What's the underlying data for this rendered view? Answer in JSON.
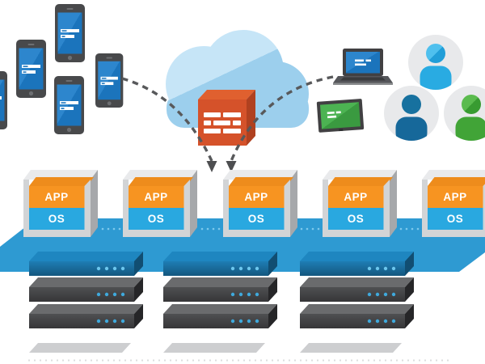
{
  "diagram": {
    "vms": [
      {
        "app": "APP",
        "os": "OS"
      },
      {
        "app": "APP",
        "os": "OS"
      },
      {
        "app": "APP",
        "os": "OS"
      },
      {
        "app": "APP",
        "os": "OS"
      },
      {
        "app": "APP",
        "os": "OS"
      }
    ],
    "clients": {
      "smartphone_count": 5,
      "laptop_count": 1,
      "monitor_count": 1,
      "user_count": 3
    },
    "infrastructure": {
      "vm_count": 5,
      "rack_count": 3,
      "servers_per_rack": 3,
      "cloud_count": 1,
      "firewall_count": 1
    },
    "icons": {
      "smartphone": "smartphone-icon",
      "cloud": "cloud-icon",
      "firewall": "firewall-brick-icon",
      "laptop": "laptop-icon",
      "monitor": "monitor-icon",
      "user": "user-avatar-icon",
      "server": "server-unit-icon",
      "arrow": "dashed-flow-arrow"
    },
    "colors": {
      "platform_blue": "#2E9AD2",
      "os_blue": "#29A8E0",
      "app_orange": "#F79421",
      "app_orange_top": "#EE8C1C",
      "firewall_front": "#D5522A",
      "firewall_side": "#B04120",
      "firewall_top": "#E0602F",
      "cloud_light": "#C6E5F7",
      "cloud_base": "#9CCFED",
      "server_front_dark": "#3E3E40",
      "server_top_gray": "#6A6B6D",
      "blue_server_front": "#1D7BB2",
      "led_blue": "#3FA9DC",
      "frame_gray": "#D2D4D6",
      "phone_screen_blue": "#1B74BC",
      "laptop_screen_blue": "#2384C8",
      "monitor_screen_green": "#3EA64A",
      "user_light_blue": "#29ABE2",
      "user_dark_blue": "#16689A",
      "user_green": "#41A437",
      "shadow_gray": "#CDCED0",
      "arrow_gray": "#58595B"
    }
  }
}
